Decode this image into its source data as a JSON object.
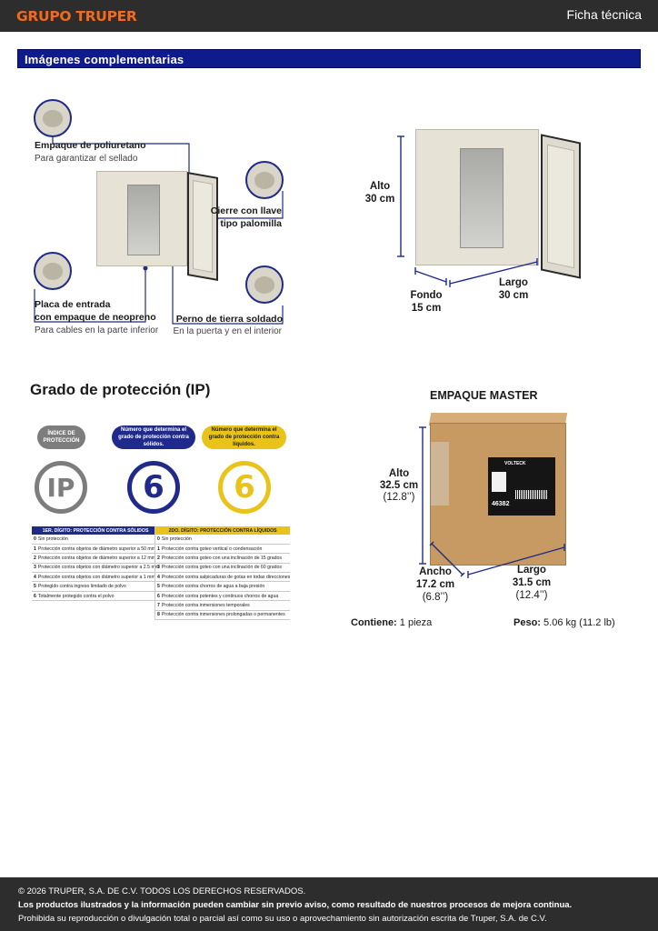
{
  "header": {
    "brand": "GRUPO TRUPER",
    "doc_type": "Ficha técnica"
  },
  "section": {
    "title": "Imágenes complementarias"
  },
  "features": [
    {
      "title": "Empaque de poliuretano",
      "subtitle": "Para garantizar el sellado"
    },
    {
      "title": "Cierre con llave",
      "title2": "tipo palomilla"
    },
    {
      "title": "Placa de entrada",
      "title2": "con empaque de neopreno",
      "subtitle": "Para cables en la parte inferior"
    },
    {
      "title": "Perno de tierra soldado",
      "subtitle": "En la puerta y en el interior"
    }
  ],
  "dimensions": {
    "alto_label": "Alto",
    "alto_value": "30 cm",
    "largo_label": "Largo",
    "largo_value": "30 cm",
    "fondo_label": "Fondo",
    "fondo_value": "15 cm"
  },
  "ip": {
    "title": "Grado de protección (IP)",
    "pill_index": "ÍNDICE DE PROTECCIÓN",
    "pill_solids": "Número que determina el grado de protección contra sólidos.",
    "pill_liquids": "Número que determina el grado de protección contra líquidos.",
    "big_ip": "IP",
    "big_solid_digit": "6",
    "big_liquid_digit": "6",
    "solids_header": "1ER. DÍGITO: PROTECCIÓN CONTRA SÓLIDOS",
    "liquids_header": "2DO. DÍGITO: PROTECCIÓN CONTRA LÍQUIDOS",
    "solids": [
      {
        "n": "0",
        "t": "Sin protección"
      },
      {
        "n": "1",
        "t": "Protección contra objetos de diámetro superior a 50 mm"
      },
      {
        "n": "2",
        "t": "Protección contra objetos de diámetro superior a 12 mm"
      },
      {
        "n": "3",
        "t": "Protección contra objetos con diámetro superior a 2.5 mm"
      },
      {
        "n": "4",
        "t": "Protección contra objetos con diámetro superior a 1 mm"
      },
      {
        "n": "5",
        "t": "Protegido contra ingreso limitado de polvo"
      },
      {
        "n": "6",
        "t": "Totalmente protegido contra el polvo"
      }
    ],
    "liquids": [
      {
        "n": "0",
        "t": "Sin protección"
      },
      {
        "n": "1",
        "t": "Protección contra goteo vertical o condensación"
      },
      {
        "n": "2",
        "t": "Protección contra goteo con una inclinación de 15 grados"
      },
      {
        "n": "3",
        "t": "Protección contra goteo con una inclinación de 60 grados"
      },
      {
        "n": "4",
        "t": "Protección contra salpicaduras de gotas en todas direcciones"
      },
      {
        "n": "5",
        "t": "Protección contra chorros de agua a baja presión"
      },
      {
        "n": "6",
        "t": "Protección contra potentes y continuos chorros de agua"
      },
      {
        "n": "7",
        "t": "Protección contra inmersiones temporales"
      },
      {
        "n": "8",
        "t": "Protección contra inmersiones prolongadas o permanentes"
      }
    ],
    "colors": {
      "solids": "#1f2a8a",
      "liquids": "#e9c21a",
      "index": "#7d7d7d"
    }
  },
  "master": {
    "title": "EMPAQUE MASTER",
    "alto_label": "Alto",
    "alto_value": "32.5 cm",
    "alto_in": "(12.8’’)",
    "ancho_label": "Ancho",
    "ancho_value": "17.2 cm",
    "ancho_in": "(6.8’’)",
    "largo_label": "Largo",
    "largo_value": "31.5 cm",
    "largo_in": "(12.4’’)",
    "box_brand": "VOLTECK",
    "box_code": "46382",
    "contains_label": "Contiene:",
    "contains_value": "1 pieza",
    "weight_label": "Peso:",
    "weight_value": "5.06 kg (11.2 lb)"
  },
  "footer": {
    "copyright": "© 2026 TRUPER, S.A. DE C.V. TODOS LOS DERECHOS RESERVADOS.",
    "disclaimer": "Los productos ilustrados y la información pueden cambiar sin previo aviso, como resultado de nuestros procesos de mejora continua.",
    "prohibition": "Prohibida su reproducción o divulgación total o parcial así como su uso o aprovechamiento sin autorización escrita de Truper, S.A. de C.V."
  }
}
